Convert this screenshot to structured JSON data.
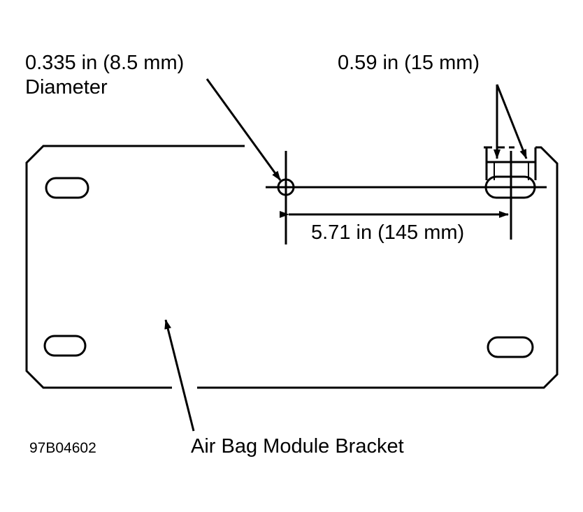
{
  "labels": {
    "hole_diameter_line1": "0.335 in (8.5 mm)",
    "hole_diameter_line2": "Diameter",
    "slot_width": "0.59 in (15 mm)",
    "hole_spacing": "5.71 in (145 mm)",
    "part_name": "Air Bag Module Bracket",
    "figure_code": "97B04602"
  }
}
